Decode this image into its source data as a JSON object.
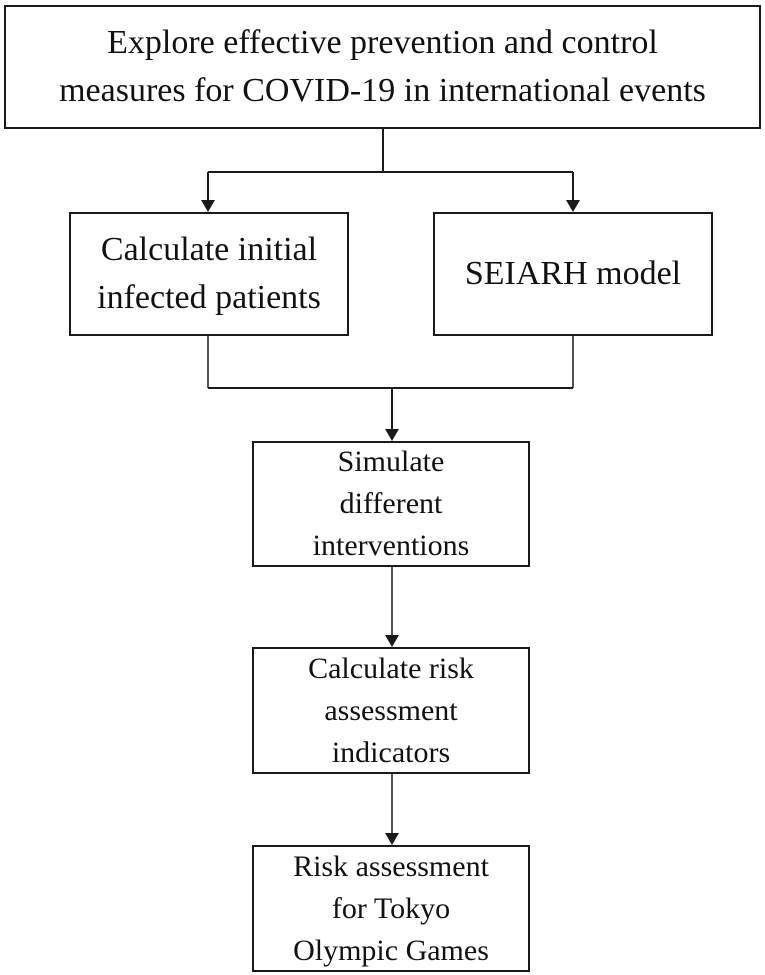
{
  "diagram": {
    "top_box": {
      "text": "Explore effective prevention and control\nmeasures for COVID-19 in international events"
    },
    "left_box": {
      "text": "Calculate initial\ninfected patients"
    },
    "right_box": {
      "text": "SEIARH model"
    },
    "simulate_box": {
      "text": "Simulate\ndifferent\ninterventions"
    },
    "calc_risk_box": {
      "text": "Calculate risk\nassessment\nindicators"
    },
    "tokyo_box": {
      "text": "Risk assessment\nfor Tokyo\nOlympic Games"
    }
  },
  "colors": {
    "line": "#1a1a1a",
    "connector_gray": "#555555",
    "background": "#ffffff"
  }
}
